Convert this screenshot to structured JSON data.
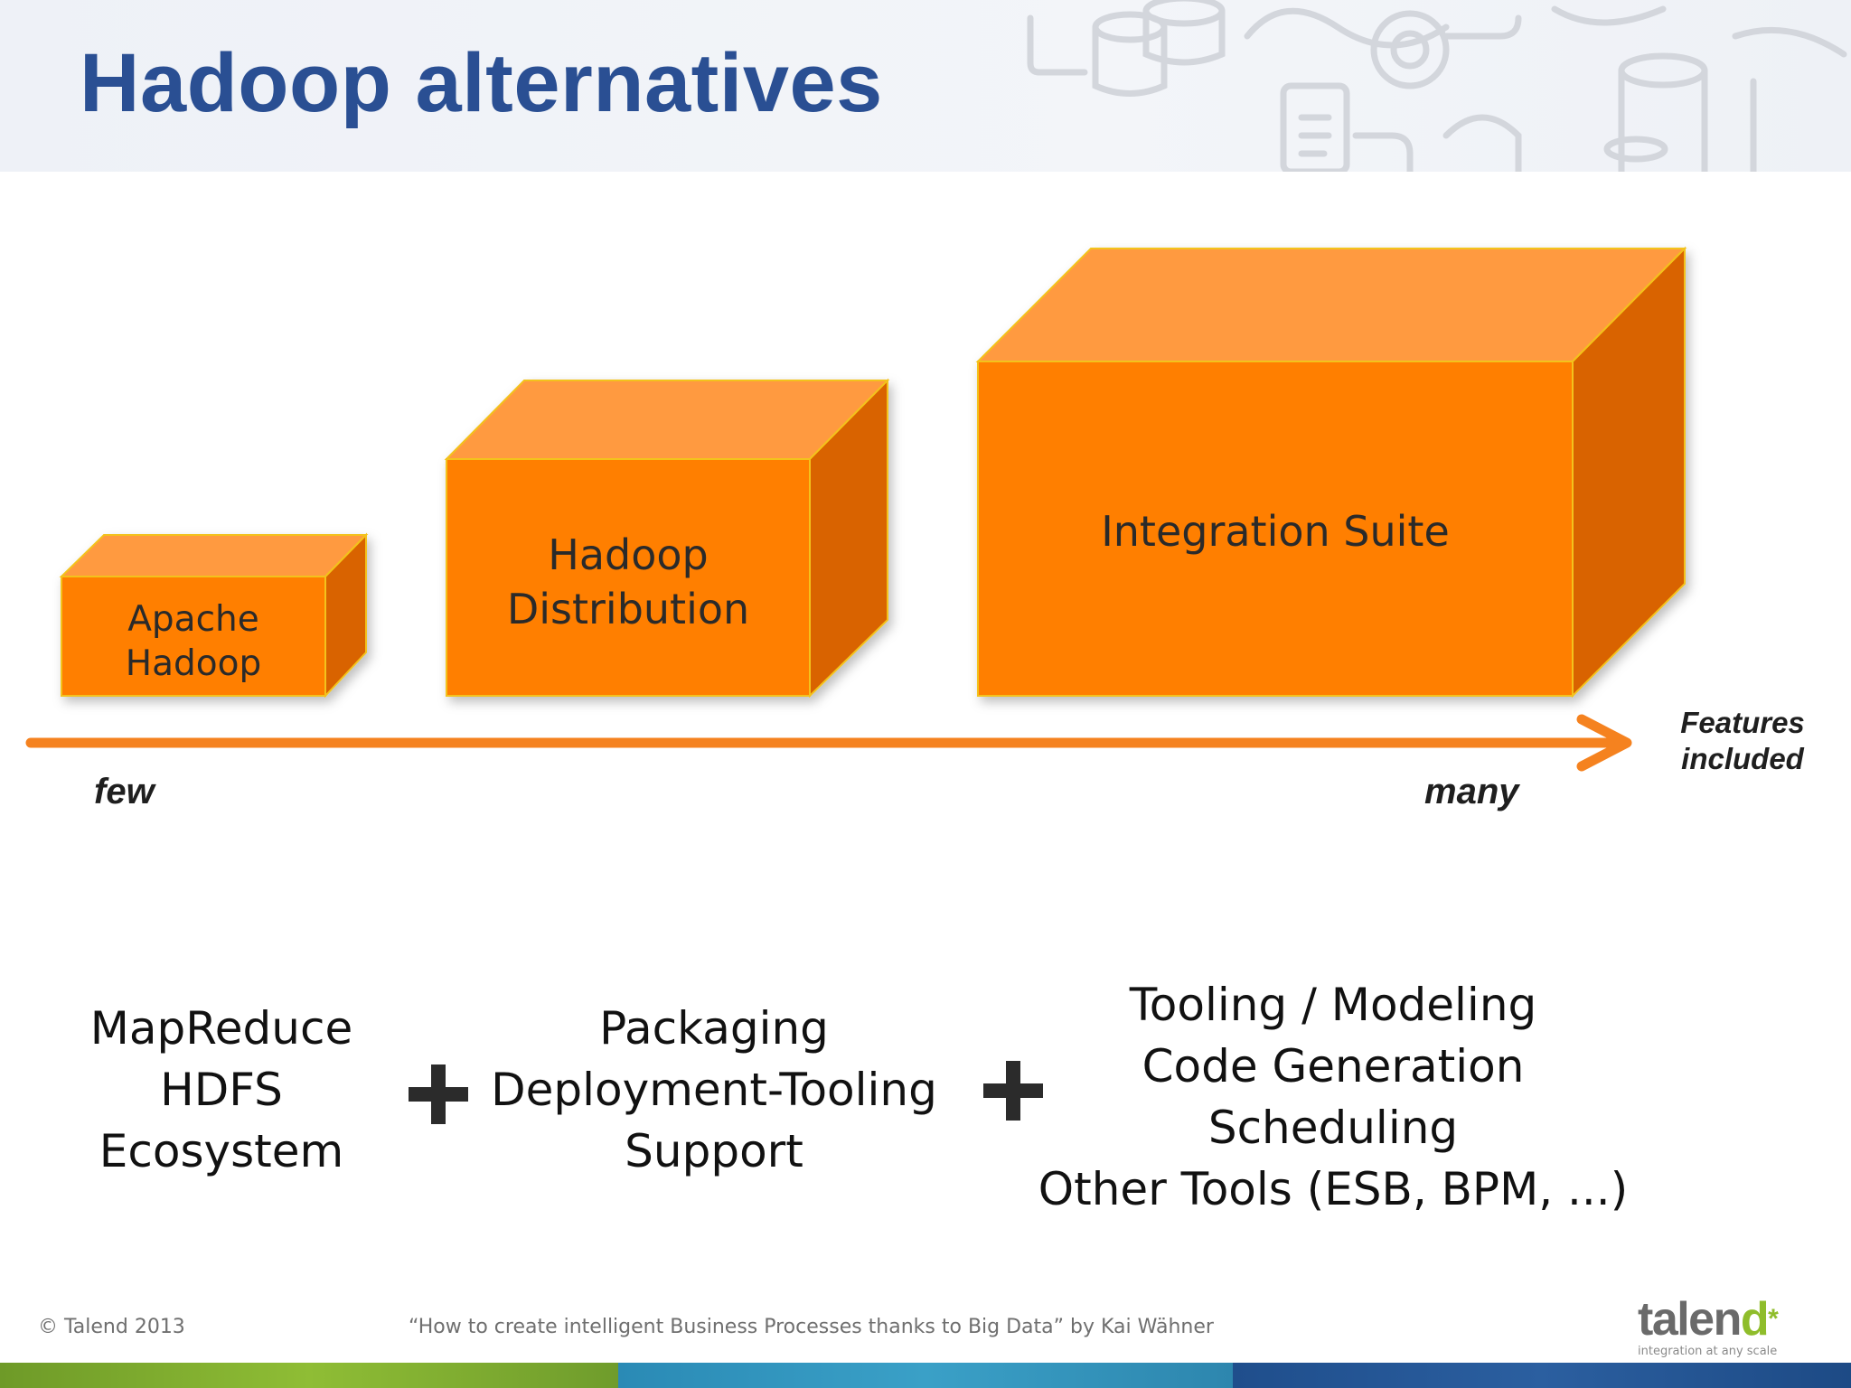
{
  "slide": {
    "title": "Hadoop alternatives"
  },
  "cubes": [
    {
      "label_lines": [
        "Apache",
        "Hadoop"
      ]
    },
    {
      "label_lines": [
        "Hadoop",
        "Distribution"
      ]
    },
    {
      "label_lines": [
        "Integration Suite"
      ]
    }
  ],
  "axis": {
    "start_label": "few",
    "end_label": "many",
    "axis_title_lines": [
      "Features",
      "included"
    ]
  },
  "feature_columns": [
    {
      "lines": [
        "MapReduce",
        "HDFS",
        "Ecosystem"
      ]
    },
    {
      "lines": [
        "Packaging",
        "Deployment-Tooling",
        "Support"
      ]
    },
    {
      "lines": [
        "Tooling / Modeling",
        "Code Generation",
        "Scheduling",
        "Other Tools (ESB, BPM, ...)"
      ]
    }
  ],
  "operators": [
    "plus-icon",
    "plus-icon"
  ],
  "footer": {
    "copyright": "© Talend 2013",
    "citation": "“How to create intelligent Business Processes thanks to Big Data” by Kai Wähner",
    "logo_word_main": "talen",
    "logo_word_accent": "d",
    "logo_star": "*",
    "logo_tagline": "integration at any scale"
  },
  "colors": {
    "title_blue": "#2a4f93",
    "cube_front": "#ff7f00",
    "cube_top": "#ff9a40",
    "cube_side": "#d96400",
    "cube_edge": "#f3c21a",
    "axis_orange": "#f5821f",
    "bar_green": "#7fae2e",
    "bar_teal": "#2a8ab5",
    "bar_navy": "#1f4e8c"
  }
}
